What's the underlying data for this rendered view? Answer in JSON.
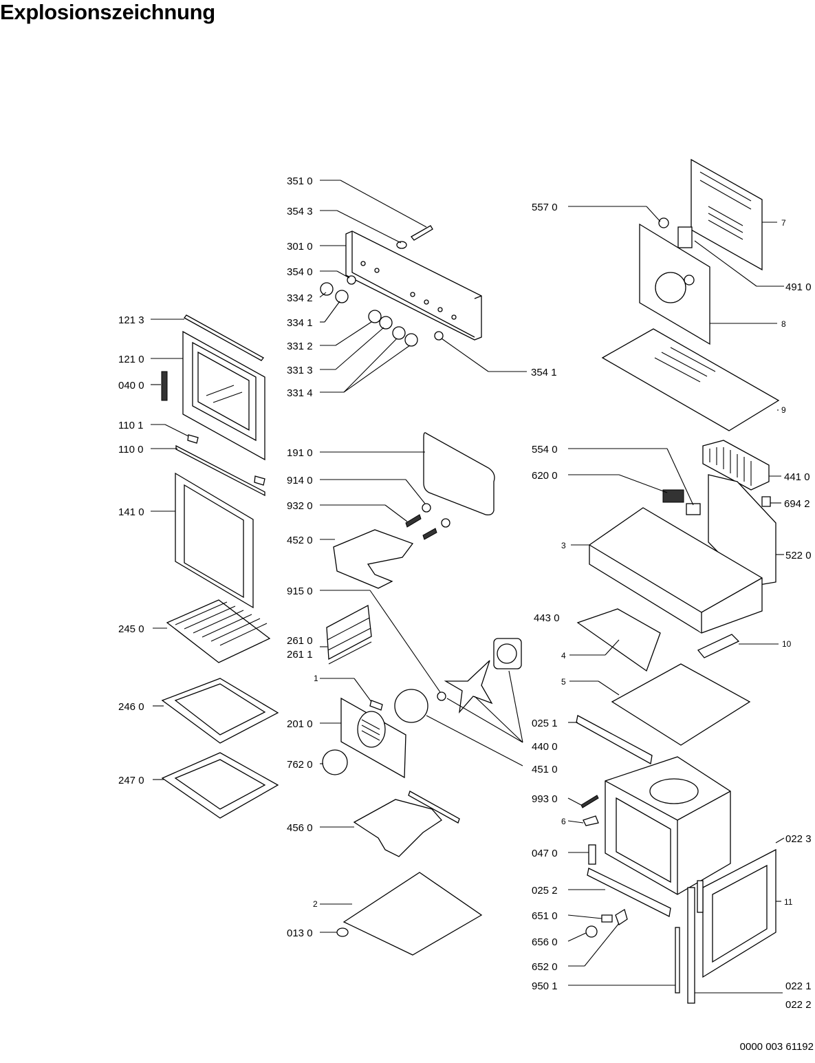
{
  "title": "Explosionszeichnung",
  "doc_number": "0000 003 61192",
  "labels": {
    "l3510": "351 0",
    "l3543": "354 3",
    "l3010": "301 0",
    "l3540": "354 0",
    "l3342": "334 2",
    "l3341": "334 1",
    "l3312": "331 2",
    "l3313": "331 3",
    "l3314": "331 4",
    "l3541": "354 1",
    "l1213": "121 3",
    "l1210": "121 0",
    "l0400": "040 0",
    "l1101": "110 1",
    "l1100": "110 0",
    "l1410": "141 0",
    "l2450": "245 0",
    "l2460": "246 0",
    "l2470": "247 0",
    "l1910": "191 0",
    "l9140": "914 0",
    "l9320": "932 0",
    "l4520": "452 0",
    "l9150": "915 0",
    "l2610": "261 0",
    "l2611": "261 1",
    "l1": "1",
    "l2010": "201 0",
    "l7620": "762 0",
    "l4560": "456 0",
    "l2": "2",
    "l0130": "013 0",
    "l4400": "440 0",
    "l4510": "451 0",
    "l5570": "557 0",
    "l7": "7",
    "l4910": "491 0",
    "l8": "8",
    "l9": "9",
    "l5540": "554 0",
    "l4410": "441 0",
    "l6200": "620 0",
    "l6942": "694 2",
    "l3": "3",
    "l5220": "522 0",
    "l4430": "443 0",
    "l4": "4",
    "l10": "10",
    "l5": "5",
    "l0251": "025 1",
    "l9930": "993 0",
    "l6": "6",
    "l0223": "022 3",
    "l0470": "047 0",
    "l0252": "025 2",
    "l11": "11",
    "l6510": "651 0",
    "l6560": "656 0",
    "l6520": "652 0",
    "l9501": "950 1",
    "l0221": "022 1",
    "l0222": "022 2"
  }
}
